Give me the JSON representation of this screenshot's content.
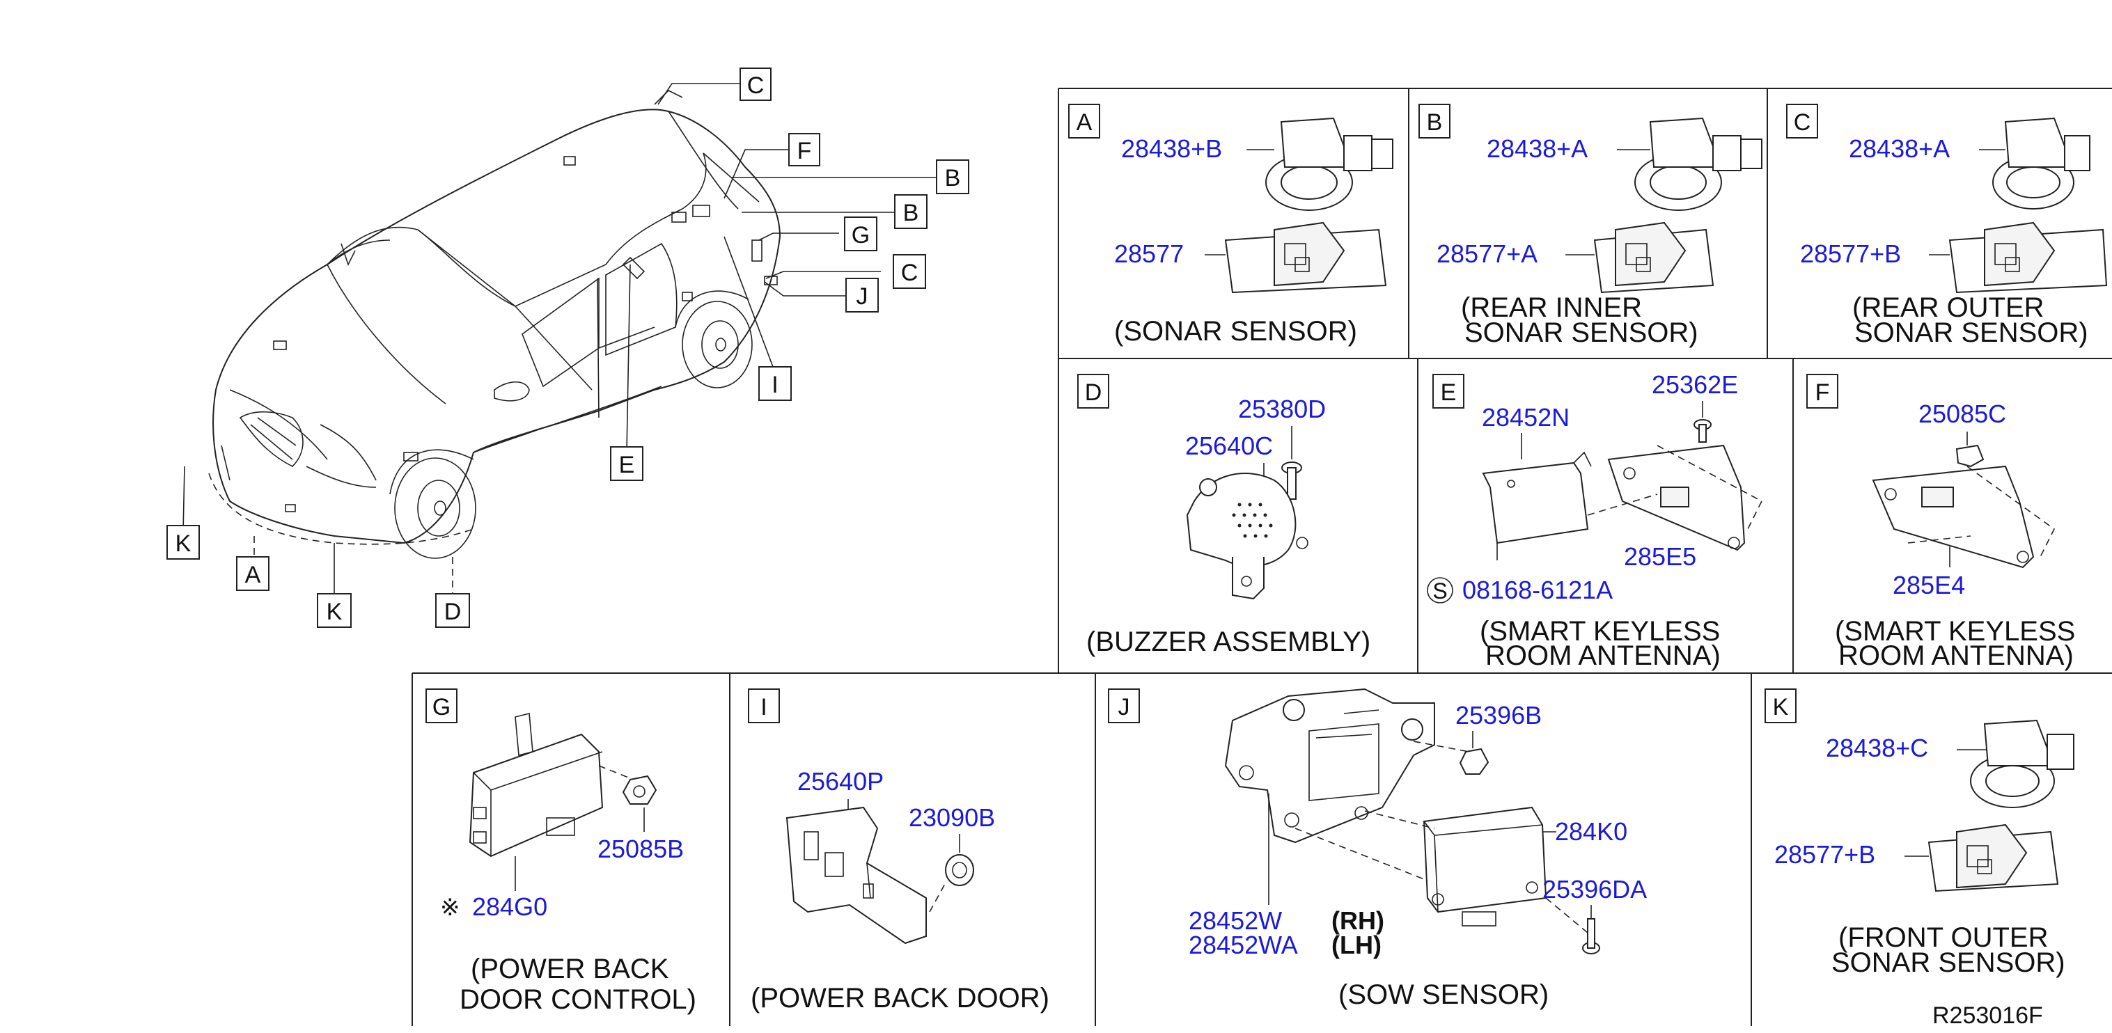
{
  "letters": {
    "A": "A",
    "B": "B",
    "C": "C",
    "D": "D",
    "E": "E",
    "F": "F",
    "G": "G",
    "I": "I",
    "J": "J",
    "K": "K"
  },
  "panels": {
    "A": {
      "letter": "A",
      "part1": "28438+B",
      "part2": "28577",
      "caption1": "(SONAR SENSOR)"
    },
    "B": {
      "letter": "B",
      "part1": "28438+A",
      "part2": "28577+A",
      "caption1": "(REAR INNER",
      "caption2": "SONAR SENSOR)"
    },
    "C": {
      "letter": "C",
      "part1": "28438+A",
      "part2": "28577+B",
      "caption1": "(REAR OUTER",
      "caption2": "SONAR SENSOR)"
    },
    "D": {
      "letter": "D",
      "part1": "25380D",
      "part2": "25640C",
      "caption1": "(BUZZER ASSEMBLY)"
    },
    "E": {
      "letter": "E",
      "part1": "28452N",
      "part2": "25362E",
      "part3": "285E5",
      "part4": "08168-6121A",
      "prefix4": "S",
      "caption1": "(SMART KEYLESS",
      "caption2": "ROOM ANTENNA)"
    },
    "F": {
      "letter": "F",
      "part1": "25085C",
      "part2": "285E4",
      "caption1": "(SMART KEYLESS",
      "caption2": "ROOM ANTENNA)"
    },
    "G": {
      "letter": "G",
      "part1": "25085B",
      "part2": "284G0",
      "prefix2": "※",
      "caption1": "(POWER BACK",
      "caption2": "DOOR CONTROL)"
    },
    "I": {
      "letter": "I",
      "part1": "25640P",
      "part2": "23090B",
      "caption1": "(POWER BACK DOOR)"
    },
    "J": {
      "letter": "J",
      "part1": "25396B",
      "part2": "284K0",
      "part3": "25396DA",
      "part4": "28452W",
      "part4_side": "(RH)",
      "part5": "28452WA",
      "part5_side": "(LH)",
      "caption1": "(SOW SENSOR)"
    },
    "K": {
      "letter": "K",
      "part1": "28438+C",
      "part2": "28577+B",
      "caption1": "(FRONT OUTER",
      "caption2": "SONAR SENSOR)"
    }
  },
  "footer": {
    "ref": "R253016F"
  },
  "colors": {
    "part_number": "#1a1adc",
    "text": "#111111",
    "line": "#222222"
  }
}
